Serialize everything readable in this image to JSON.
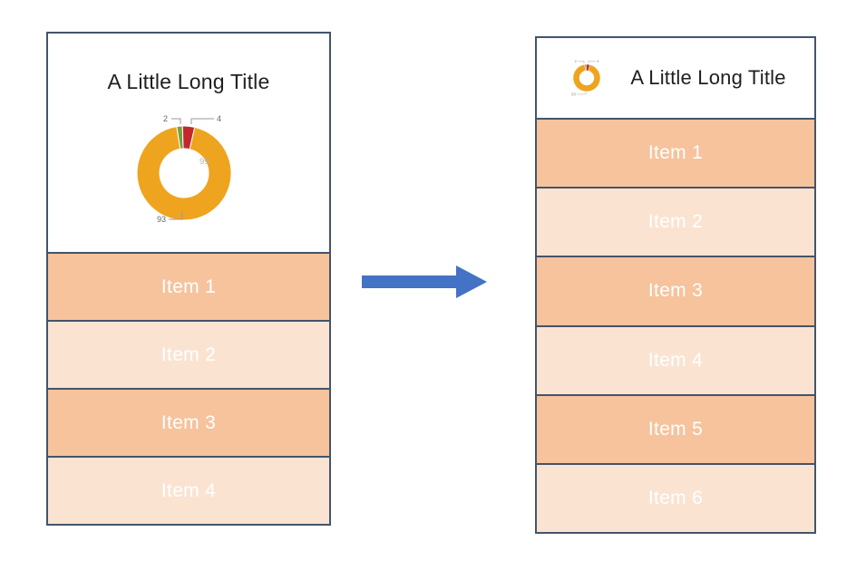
{
  "colors": {
    "border_navy": "#44546A",
    "row_dark": "#F6C39D",
    "row_light": "#FBE3D2",
    "arrow_blue": "#4472C4",
    "donut_yellow": "#EEA41F",
    "donut_red": "#C4282E",
    "donut_green": "#70A33B"
  },
  "chart_data": {
    "type": "pie",
    "subtype": "donut",
    "title": "A Little Long Title",
    "labels": [
      "2",
      "4",
      "93"
    ],
    "values": [
      2,
      4,
      93
    ],
    "slice_colors": [
      "#70A33B",
      "#C4282E",
      "#EEA41F"
    ],
    "center_label": "99",
    "legend_position": "none"
  },
  "left_panel": {
    "title": "A Little Long Title",
    "items": [
      "Item 1",
      "Item 2",
      "Item 3",
      "Item 4"
    ]
  },
  "right_panel": {
    "title": "A Little Long Title",
    "items": [
      "Item 1",
      "Item 2",
      "Item 3",
      "Item 4",
      "Item 5",
      "Item 6"
    ]
  }
}
